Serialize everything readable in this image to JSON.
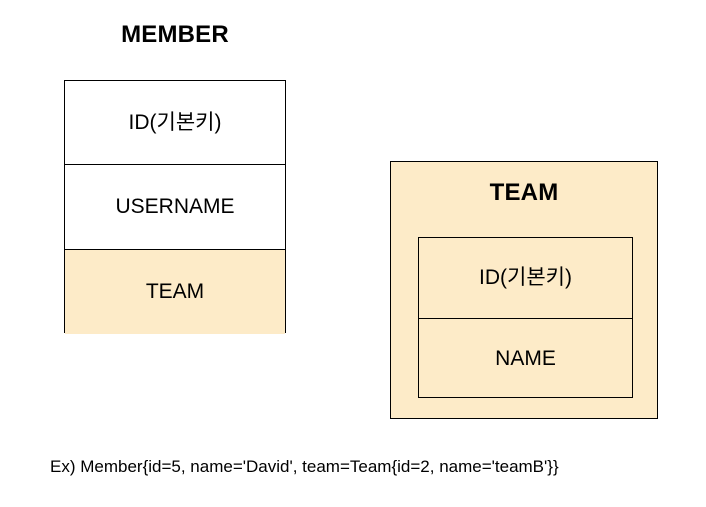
{
  "diagram": {
    "type": "entity-relationship-diagram",
    "background_color": "#ffffff",
    "highlight_color": "#FDEBC8",
    "border_color": "#000000",
    "entities": [
      {
        "key": "member",
        "title": "MEMBER",
        "title_position": "above-box",
        "box_fill": "#ffffff",
        "rows": [
          {
            "label": "ID(기본키)",
            "role": "primary-key",
            "highlighted": false
          },
          {
            "label": "USERNAME",
            "role": "attribute",
            "highlighted": false
          },
          {
            "label": "TEAM",
            "role": "foreign-key",
            "highlighted": true
          }
        ]
      },
      {
        "key": "team",
        "title": "TEAM",
        "title_position": "inside-box",
        "box_fill": "#FDEBC8",
        "rows": [
          {
            "label": "ID(기본키)",
            "role": "primary-key",
            "highlighted": true
          },
          {
            "label": "NAME",
            "role": "attribute",
            "highlighted": true
          }
        ]
      }
    ]
  },
  "caption": {
    "text": "Ex) Member{id=5, name='David', team=Team{id=2, name='teamB'}}"
  }
}
